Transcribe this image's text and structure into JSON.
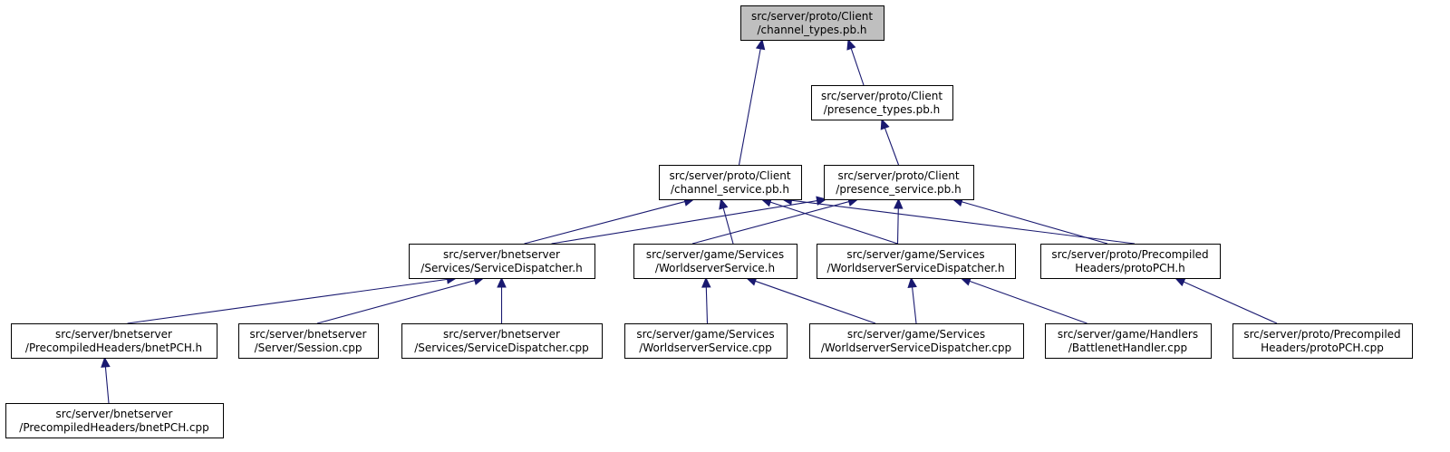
{
  "nodes": [
    {
      "id": "channel_types",
      "lines": [
        "src/server/proto/Client",
        "/channel_types.pb.h"
      ],
      "root": true
    },
    {
      "id": "presence_types",
      "lines": [
        "src/server/proto/Client",
        "/presence_types.pb.h"
      ]
    },
    {
      "id": "channel_service",
      "lines": [
        "src/server/proto/Client",
        "/channel_service.pb.h"
      ]
    },
    {
      "id": "presence_service",
      "lines": [
        "src/server/proto/Client",
        "/presence_service.pb.h"
      ]
    },
    {
      "id": "service_dispatcher_h",
      "lines": [
        "src/server/bnetserver",
        "/Services/ServiceDispatcher.h"
      ]
    },
    {
      "id": "worldserver_service_h",
      "lines": [
        "src/server/game/Services",
        "/WorldserverService.h"
      ]
    },
    {
      "id": "ws_dispatcher_h",
      "lines": [
        "src/server/game/Services",
        "/WorldserverServiceDispatcher.h"
      ]
    },
    {
      "id": "proto_pch_h",
      "lines": [
        "src/server/proto/Precompiled",
        "Headers/protoPCH.h"
      ]
    },
    {
      "id": "bnet_pch_h",
      "lines": [
        "src/server/bnetserver",
        "/PrecompiledHeaders/bnetPCH.h"
      ]
    },
    {
      "id": "session_cpp",
      "lines": [
        "src/server/bnetserver",
        "/Server/Session.cpp"
      ]
    },
    {
      "id": "service_dispatcher_cpp",
      "lines": [
        "src/server/bnetserver",
        "/Services/ServiceDispatcher.cpp"
      ]
    },
    {
      "id": "worldserver_service_cpp",
      "lines": [
        "src/server/game/Services",
        "/WorldserverService.cpp"
      ]
    },
    {
      "id": "ws_dispatcher_cpp",
      "lines": [
        "src/server/game/Services",
        "/WorldserverServiceDispatcher.cpp"
      ]
    },
    {
      "id": "battlenet_handler_cpp",
      "lines": [
        "src/server/game/Handlers",
        "/BattlenetHandler.cpp"
      ]
    },
    {
      "id": "proto_pch_cpp",
      "lines": [
        "src/server/proto/Precompiled",
        "Headers/protoPCH.cpp"
      ]
    },
    {
      "id": "bnet_pch_cpp",
      "lines": [
        "src/server/bnetserver",
        "/PrecompiledHeaders/bnetPCH.cpp"
      ]
    }
  ],
  "edges": [
    [
      "channel_types",
      "presence_types"
    ],
    [
      "channel_types",
      "channel_service"
    ],
    [
      "presence_types",
      "presence_service"
    ],
    [
      "channel_service",
      "service_dispatcher_h"
    ],
    [
      "channel_service",
      "worldserver_service_h"
    ],
    [
      "channel_service",
      "ws_dispatcher_h"
    ],
    [
      "channel_service",
      "proto_pch_h"
    ],
    [
      "presence_service",
      "service_dispatcher_h"
    ],
    [
      "presence_service",
      "worldserver_service_h"
    ],
    [
      "presence_service",
      "ws_dispatcher_h"
    ],
    [
      "presence_service",
      "proto_pch_h"
    ],
    [
      "service_dispatcher_h",
      "bnet_pch_h"
    ],
    [
      "service_dispatcher_h",
      "session_cpp"
    ],
    [
      "service_dispatcher_h",
      "service_dispatcher_cpp"
    ],
    [
      "worldserver_service_h",
      "worldserver_service_cpp"
    ],
    [
      "worldserver_service_h",
      "ws_dispatcher_cpp"
    ],
    [
      "ws_dispatcher_h",
      "ws_dispatcher_cpp"
    ],
    [
      "ws_dispatcher_h",
      "battlenet_handler_cpp"
    ],
    [
      "proto_pch_h",
      "proto_pch_cpp"
    ],
    [
      "bnet_pch_h",
      "bnet_pch_cpp"
    ]
  ],
  "colors": {
    "edge": "#191970",
    "root_fill": "#bfbfbf",
    "node_fill": "#ffffff",
    "border": "#000000"
  }
}
